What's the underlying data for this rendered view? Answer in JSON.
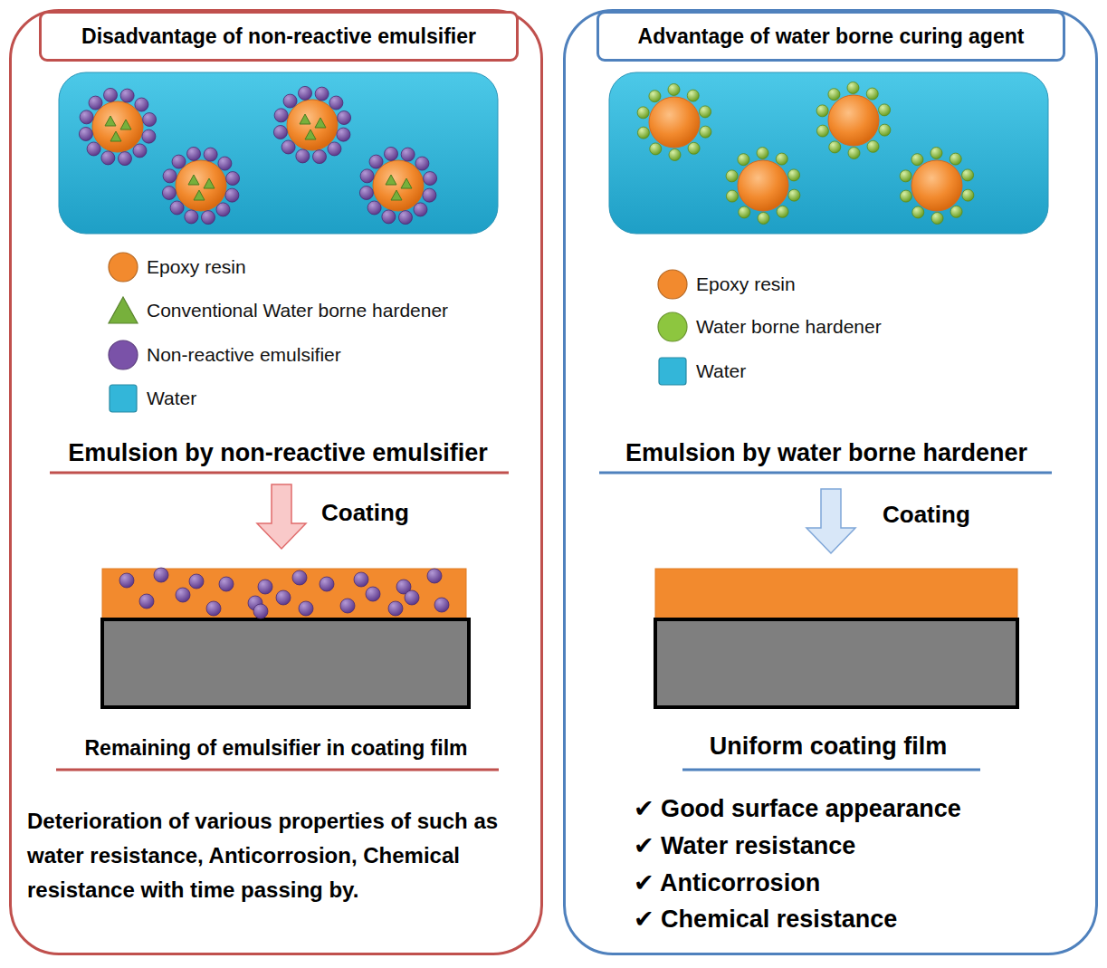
{
  "diagram": {
    "nodes": [
      {
        "text": [
          "Disadvantage of non-reactive emulsifier"
        ]
      },
      {
        "text": [
          "Advantage of water borne curing agent"
        ]
      }
    ],
    "labels": [
      "Emulsion by non-reactive emulsifier",
      "Coating",
      "Remaining of emulsifier in coating film",
      "Deterioration of various properties of such as water resistance, Anticorrosion, Chemical resistance with time passing by.",
      "Emulsion by water borne hardener",
      "Coating",
      "Uniform coating film",
      "✔ Good surface appearance",
      "✔ Water resistance",
      "✔ Anticorrosion",
      "✔ Chemical resistance"
    ],
    "legend": [
      {
        "text": "Epoxy resin",
        "color": "#f28a2e"
      },
      {
        "text": "Conventional Water borne hardener",
        "color": "#77b03c"
      },
      {
        "text": "Non-reactive emulsifier",
        "color": "#7a52a8"
      },
      {
        "text": "Water",
        "color": "#33b6d9"
      },
      {
        "text": "Epoxy resin",
        "color": "#f28a2e"
      },
      {
        "text": "Water borne hardener",
        "color": "#8dc63f"
      },
      {
        "text": "Water",
        "color": "#33b6d9"
      }
    ]
  }
}
